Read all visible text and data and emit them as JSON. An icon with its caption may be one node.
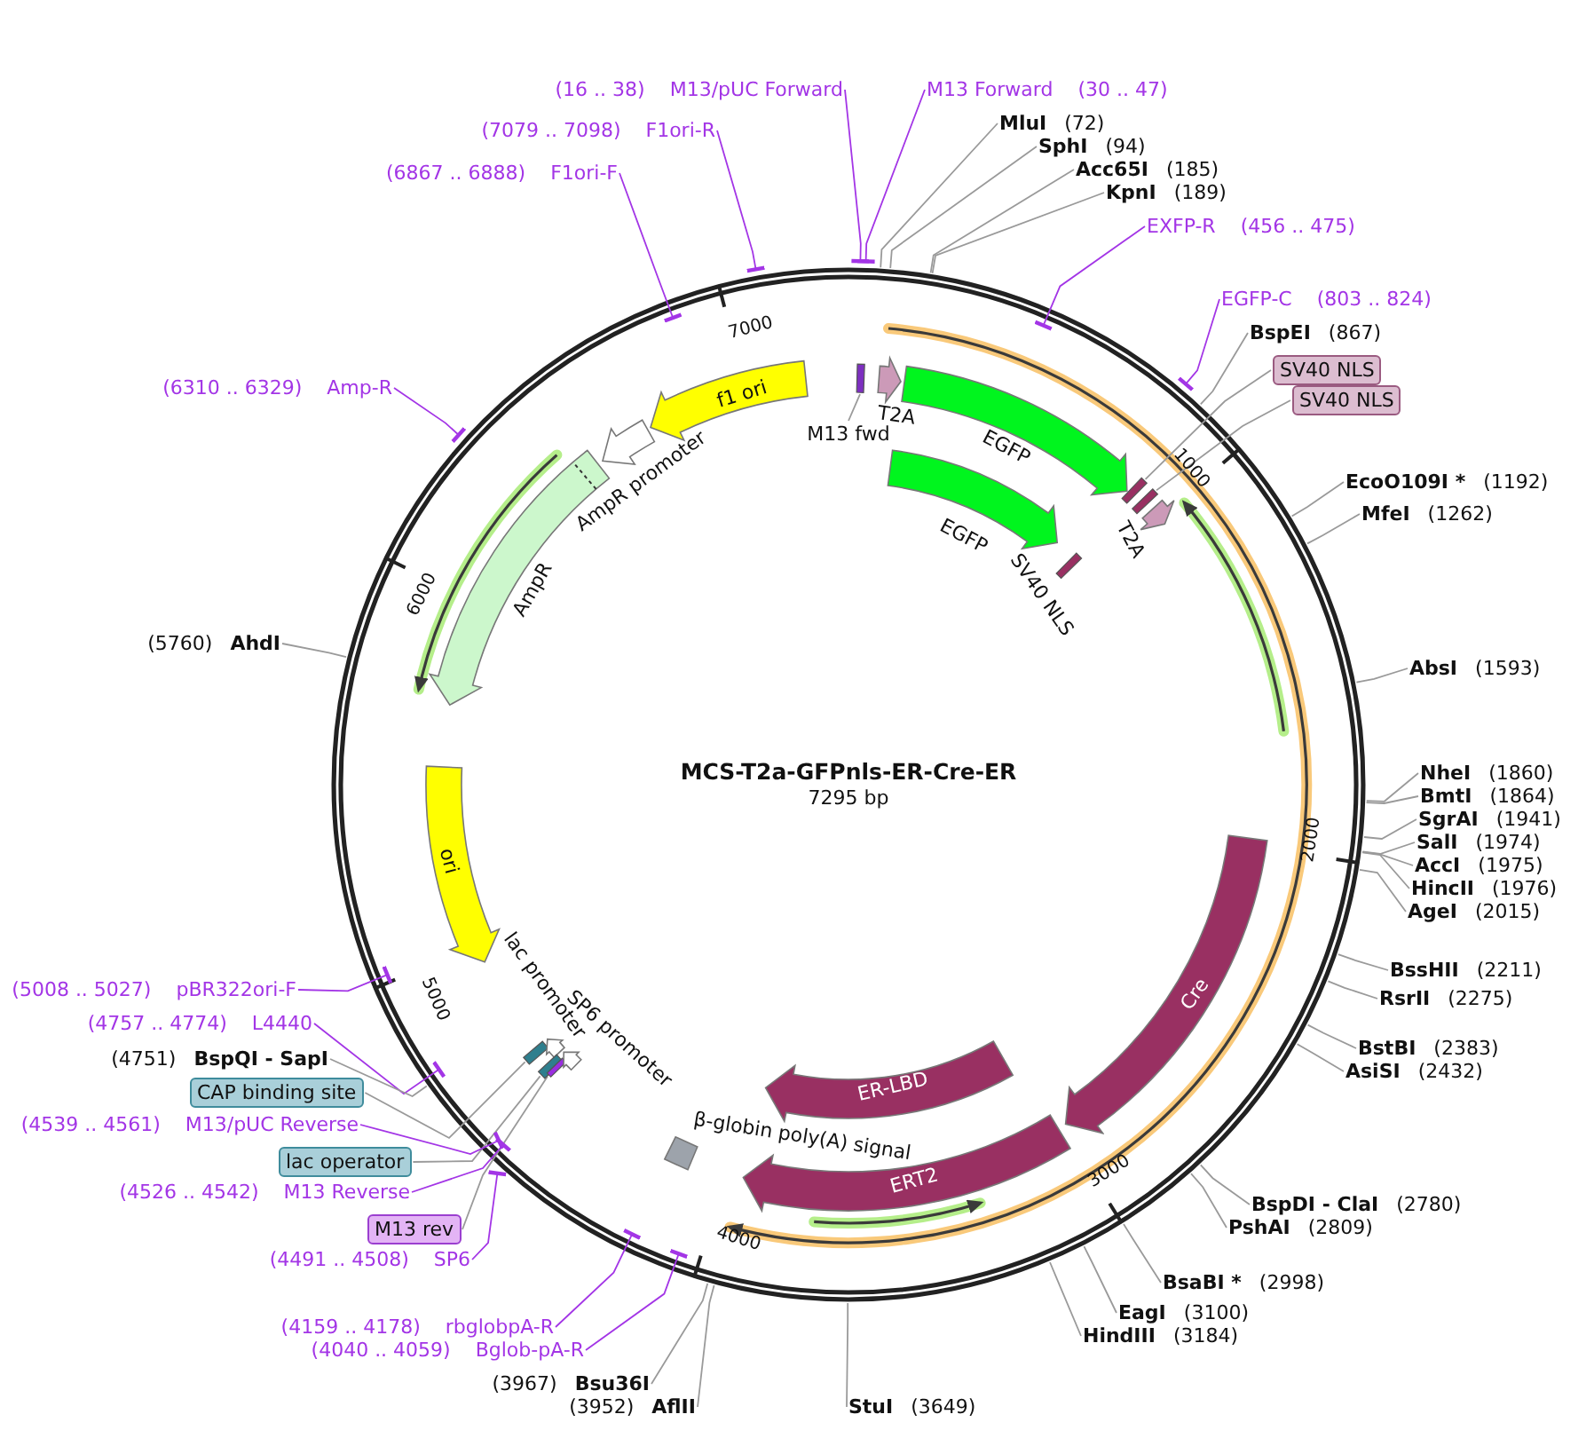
{
  "diagram": {
    "title": "MCS-T2a-GFPnls-ER-Cre-ER",
    "nodes": [
      {
        "text": [],
        "shape": "bar"
      },
      {
        "text": [
          "T2A"
        ]
      },
      {
        "text": [
          "EGFP"
        ]
      },
      {
        "text": [],
        "shape": "bar"
      },
      {
        "text": [],
        "shape": "bar"
      },
      {
        "text": [
          "T2A"
        ]
      },
      {
        "text": [
          "EGFP"
        ]
      },
      {
        "text": [
          "SV40 NLS"
        ]
      },
      {
        "text": [
          "f1 ori"
        ]
      },
      {
        "text": [
          "AmpR promoter"
        ]
      },
      {
        "text": [
          "AmpR"
        ]
      },
      {
        "text": [
          "ori"
        ]
      },
      {
        "text": [],
        "shape": "bar"
      },
      {
        "text": [
          "lac promoter"
        ]
      },
      {
        "text": [],
        "shape": "bar"
      },
      {
        "text": [],
        "shape": "bar"
      },
      {
        "text": [
          "SP6 promoter"
        ]
      },
      {
        "text": [
          "β-globin poly(A) signal"
        ]
      },
      {
        "text": [
          "Cre"
        ]
      },
      {
        "text": [
          "ERT2"
        ]
      },
      {
        "text": [
          "ER-LBD"
        ]
      },
      {
        "text": [
          "M13 fwd"
        ]
      },
      {
        "text": [
          "SV40 NLS"
        ]
      },
      {
        "text": [
          "SV40 NLS"
        ]
      },
      {
        "text": [
          "CAP binding site"
        ]
      },
      {
        "text": [
          "lac operator"
        ]
      },
      {
        "text": [
          "M13 rev"
        ]
      },
      {
        "text": [
          "(16 .. 38)",
          "M13/pUC Forward"
        ]
      },
      {
        "text": [
          "M13 Forward",
          "(30 .. 47)"
        ]
      },
      {
        "text": [
          "(7079 .. 7098)",
          "F1ori-R"
        ]
      },
      {
        "text": [
          "(6867 .. 6888)",
          "F1ori-F"
        ]
      },
      {
        "text": [
          "(6310 .. 6329)",
          "Amp-R"
        ]
      },
      {
        "text": [
          "EXFP-R",
          "(456 .. 475)"
        ]
      },
      {
        "text": [
          "EGFP-C",
          "(803 .. 824)"
        ]
      },
      {
        "text": [
          "(5008 .. 5027)",
          "pBR322ori-F"
        ]
      },
      {
        "text": [
          "(4757 .. 4774)",
          "L4440"
        ]
      },
      {
        "text": [
          "(4539 .. 4561)",
          "M13/pUC Reverse"
        ]
      },
      {
        "text": [
          "(4526 .. 4542)",
          "M13 Reverse"
        ]
      },
      {
        "text": [
          "(4491 .. 4508)",
          "SP6"
        ]
      },
      {
        "text": [
          "(4159 .. 4178)",
          "rbglobpA-R"
        ]
      },
      {
        "text": [
          "(4040 .. 4059)",
          "Bglob-pA-R"
        ]
      },
      {
        "text": [
          "MluI",
          "(72)"
        ]
      },
      {
        "text": [
          "SphI",
          "(94)"
        ]
      },
      {
        "text": [
          "Acc65I",
          "(185)"
        ]
      },
      {
        "text": [
          "KpnI",
          "(189)"
        ]
      },
      {
        "text": [
          "BspEI",
          "(867)"
        ]
      },
      {
        "text": [
          "EcoO109I *",
          "(1192)"
        ]
      },
      {
        "text": [
          "MfeI",
          "(1262)"
        ]
      },
      {
        "text": [
          "AbsI",
          "(1593)"
        ]
      },
      {
        "text": [
          "NheI",
          "(1860)"
        ]
      },
      {
        "text": [
          "BmtI",
          "(1864)"
        ]
      },
      {
        "text": [
          "SgrAI",
          "(1941)"
        ]
      },
      {
        "text": [
          "SalI",
          "(1974)"
        ]
      },
      {
        "text": [
          "AccI",
          "(1975)"
        ]
      },
      {
        "text": [
          "HincII",
          "(1976)"
        ]
      },
      {
        "text": [
          "AgeI",
          "(2015)"
        ]
      },
      {
        "text": [
          "BssHII",
          "(2211)"
        ]
      },
      {
        "text": [
          "RsrII",
          "(2275)"
        ]
      },
      {
        "text": [
          "BstBI",
          "(2383)"
        ]
      },
      {
        "text": [
          "AsiSI",
          "(2432)"
        ]
      },
      {
        "text": [
          "BspDI - ClaI",
          "(2780)"
        ]
      },
      {
        "text": [
          "PshAI",
          "(2809)"
        ]
      },
      {
        "text": [
          "BsaBI *",
          "(2998)"
        ]
      },
      {
        "text": [
          "EagI",
          "(3100)"
        ]
      },
      {
        "text": [
          "HindIII",
          "(3184)"
        ]
      },
      {
        "text": [
          "StuI",
          "(3649)"
        ]
      },
      {
        "text": [
          "(5760)",
          "AhdI"
        ]
      },
      {
        "text": [
          "(4751)",
          "BspQI - SapI"
        ]
      },
      {
        "text": [
          "(3967)",
          "Bsu36I"
        ]
      },
      {
        "text": [
          "(3952)",
          "AflII"
        ]
      }
    ],
    "edges": [
      {
        "from": 21,
        "to": 0,
        "arrow": "none"
      },
      {
        "from": 22,
        "to": 3,
        "arrow": "none"
      },
      {
        "from": 23,
        "to": 4,
        "arrow": "none"
      },
      {
        "from": 24,
        "to": 12,
        "arrow": "none"
      },
      {
        "from": 25,
        "to": 14,
        "arrow": "none"
      },
      {
        "from": 26,
        "to": 15,
        "arrow": "none"
      },
      {
        "from": 27,
        "to": null,
        "arrow": "other",
        "color": "#a335e6"
      },
      {
        "from": 28,
        "to": null,
        "arrow": "other",
        "color": "#a335e6"
      },
      {
        "from": 29,
        "to": null,
        "arrow": "other",
        "color": "#a335e6"
      },
      {
        "from": 30,
        "to": null,
        "arrow": "other",
        "color": "#a335e6"
      },
      {
        "from": 31,
        "to": null,
        "arrow": "other",
        "color": "#a335e6"
      },
      {
        "from": 32,
        "to": null,
        "arrow": "other",
        "color": "#a335e6"
      },
      {
        "from": 33,
        "to": null,
        "arrow": "other",
        "color": "#a335e6"
      },
      {
        "from": 34,
        "to": null,
        "arrow": "other",
        "color": "#a335e6"
      },
      {
        "from": 35,
        "to": null,
        "arrow": "other",
        "color": "#a335e6"
      },
      {
        "from": 36,
        "to": null,
        "arrow": "other",
        "color": "#a335e6"
      },
      {
        "from": 37,
        "to": null,
        "arrow": "other",
        "color": "#a335e6"
      },
      {
        "from": 38,
        "to": null,
        "arrow": "other",
        "color": "#a335e6"
      },
      {
        "from": 39,
        "to": null,
        "arrow": "other",
        "color": "#a335e6"
      },
      {
        "from": 40,
        "to": null,
        "arrow": "other",
        "color": "#a335e6"
      },
      {
        "from": 41,
        "to": null,
        "arrow": "none"
      },
      {
        "from": 42,
        "to": null,
        "arrow": "none"
      },
      {
        "from": 43,
        "to": null,
        "arrow": "none"
      },
      {
        "from": 44,
        "to": null,
        "arrow": "none"
      },
      {
        "from": 45,
        "to": null,
        "arrow": "none"
      },
      {
        "from": 46,
        "to": null,
        "arrow": "none"
      },
      {
        "from": 47,
        "to": null,
        "arrow": "none"
      },
      {
        "from": 48,
        "to": null,
        "arrow": "none"
      },
      {
        "from": 49,
        "to": null,
        "arrow": "none"
      },
      {
        "from": 50,
        "to": null,
        "arrow": "none"
      },
      {
        "from": 51,
        "to": null,
        "arrow": "none"
      },
      {
        "from": 52,
        "to": null,
        "arrow": "none"
      },
      {
        "from": 53,
        "to": null,
        "arrow": "none"
      },
      {
        "from": 54,
        "to": null,
        "arrow": "none"
      },
      {
        "from": 55,
        "to": null,
        "arrow": "none"
      },
      {
        "from": 56,
        "to": null,
        "arrow": "none"
      },
      {
        "from": 57,
        "to": null,
        "arrow": "none"
      },
      {
        "from": 58,
        "to": null,
        "arrow": "none"
      },
      {
        "from": 59,
        "to": null,
        "arrow": "none"
      },
      {
        "from": 60,
        "to": null,
        "arrow": "none"
      },
      {
        "from": 61,
        "to": null,
        "arrow": "none"
      },
      {
        "from": 62,
        "to": null,
        "arrow": "none"
      },
      {
        "from": 63,
        "to": null,
        "arrow": "none"
      },
      {
        "from": 64,
        "to": null,
        "arrow": "none"
      },
      {
        "from": 65,
        "to": null,
        "arrow": "none"
      },
      {
        "from": 66,
        "to": null,
        "arrow": "none"
      },
      {
        "from": 67,
        "to": null,
        "arrow": "none"
      },
      {
        "from": 68,
        "to": null,
        "arrow": "none"
      },
      {
        "from": 69,
        "to": null,
        "arrow": "none"
      }
    ],
    "labels": [
      "7295 bp",
      "1000",
      "2000",
      "3000",
      "4000",
      "5000",
      "6000",
      "7000"
    ]
  }
}
